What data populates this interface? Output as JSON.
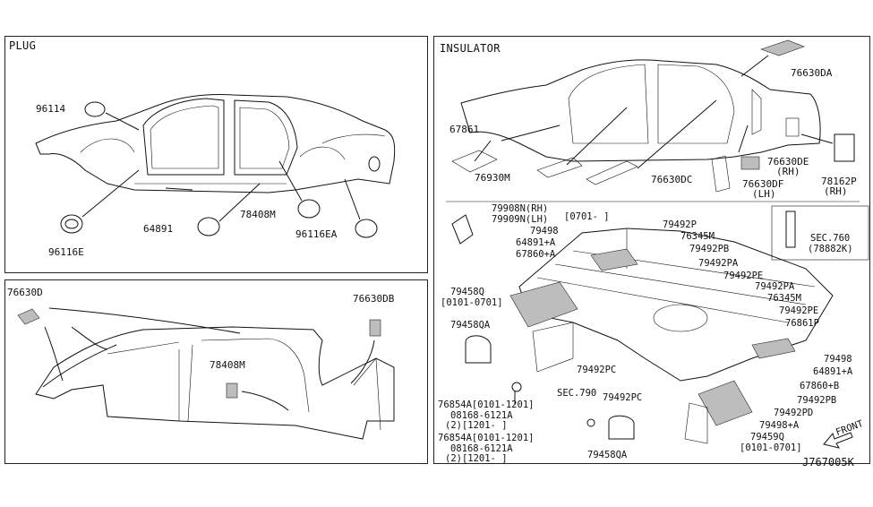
{
  "panels": {
    "plug": {
      "title": "PLUG",
      "labels": {
        "a": "96114",
        "b": "96116E",
        "c": "64891",
        "d": "78408M",
        "e": "96116EA"
      }
    },
    "insulator": {
      "title": "INSULATOR",
      "labels": {
        "a": "67861",
        "b": "76930M",
        "c": "76630DC",
        "d": "76630DA",
        "e": "76630DE",
        "e2": "(RH)",
        "f": "76630DF",
        "f2": "(LH)",
        "g": "78162P",
        "g2": "(RH)"
      }
    },
    "pillar": {
      "labels": {
        "a": "76630D",
        "b": "76630DB",
        "c": "78408M"
      }
    },
    "floor": {
      "labels": {
        "l1": "79908N(RH)",
        "l2": "79909N(LH)",
        "l3": "[0701-    ]",
        "l4": "79498",
        "l5": "64891+A",
        "l6": "67860+A",
        "l7": "79458Q",
        "l8": "[0101-0701]",
        "l9": "79458QA",
        "l10": "76854A[0101-1201]",
        "l11": "08168-6121A",
        "l12": "(2)[1201-    ]",
        "l13": "76854A[0101-1201]",
        "l14": "08168-6121A",
        "l15": "(2)[1201-    ]",
        "l16": "79458QA",
        "l17": "SEC.790",
        "l18": "79492PC",
        "l19": "79492PC",
        "r1": "79492P",
        "r2": "76345M",
        "r3": "79492PB",
        "r4": "79492PA",
        "r5": "79492PE",
        "r6": "79492PA",
        "r7": "76345M",
        "r8": "79492PE",
        "r9": "76861P",
        "r10": "79498",
        "r11": "64891+A",
        "r12": "67860+B",
        "r13": "79492PB",
        "r14": "79492PD",
        "r15": "79498+A",
        "r16": "79459Q",
        "r17": "[0101-0701]",
        "front": "FRONT",
        "sec_a": "SEC.760",
        "sec_b": "(78882K)"
      }
    }
  },
  "footer": {
    "code": "J767005K"
  }
}
